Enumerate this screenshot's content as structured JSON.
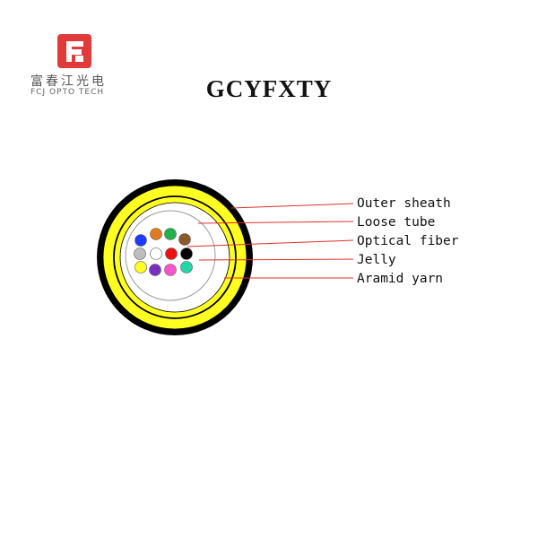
{
  "logo": {
    "cn_text": "富春江光电",
    "en_text": "FCJ OPTO TECH",
    "brand_color": "#e03a3a"
  },
  "title": "GCYFXTY",
  "colors": {
    "outer_sheath": "#000000",
    "aramid_yarn": "#ffff22",
    "loose_tube": "#ffffff",
    "leader": "#e0302a"
  },
  "fibers": [
    {
      "color": "#1e3cff"
    },
    {
      "color": "#e07a1e"
    },
    {
      "color": "#22b14c"
    },
    {
      "color": "#8b5a2b"
    },
    {
      "color": "#bdbdbd"
    },
    {
      "color": "#ffffff"
    },
    {
      "color": "#ee1111"
    },
    {
      "color": "#000000"
    },
    {
      "color": "#ffff22"
    },
    {
      "color": "#7b2fbf"
    },
    {
      "color": "#ff55cc"
    },
    {
      "color": "#22d6a8"
    }
  ],
  "labels": [
    {
      "text": "Outer sheath"
    },
    {
      "text": "Loose tube"
    },
    {
      "text": "Optical fiber"
    },
    {
      "text": "Jelly"
    },
    {
      "text": "Aramid yarn"
    }
  ]
}
